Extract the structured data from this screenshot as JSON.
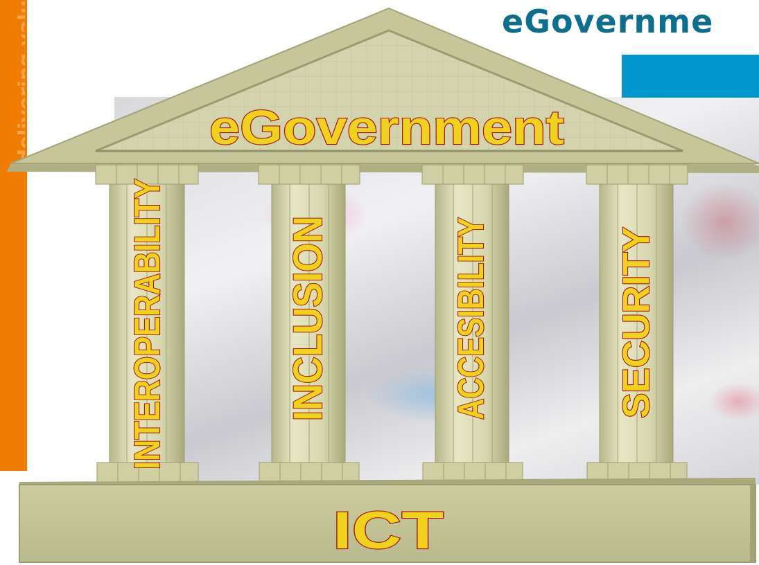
{
  "header": {
    "title": "eGovernme",
    "side_text": "delivering valu"
  },
  "roof": {
    "label": "eGovernment"
  },
  "pillars": [
    {
      "label": "INTEROPERABILITY"
    },
    {
      "label": "INCLUSION"
    },
    {
      "label": "ACCESIBILITY"
    },
    {
      "label": "SECURITY"
    }
  ],
  "base": {
    "label": "ICT"
  },
  "colors": {
    "side_bar": "#f07d00",
    "title_text": "#0c6f8e",
    "blue_box": "#0197cc",
    "stone": "#c8c89a",
    "label_fill": "#f0d21c",
    "label_outline": "#a31812"
  }
}
